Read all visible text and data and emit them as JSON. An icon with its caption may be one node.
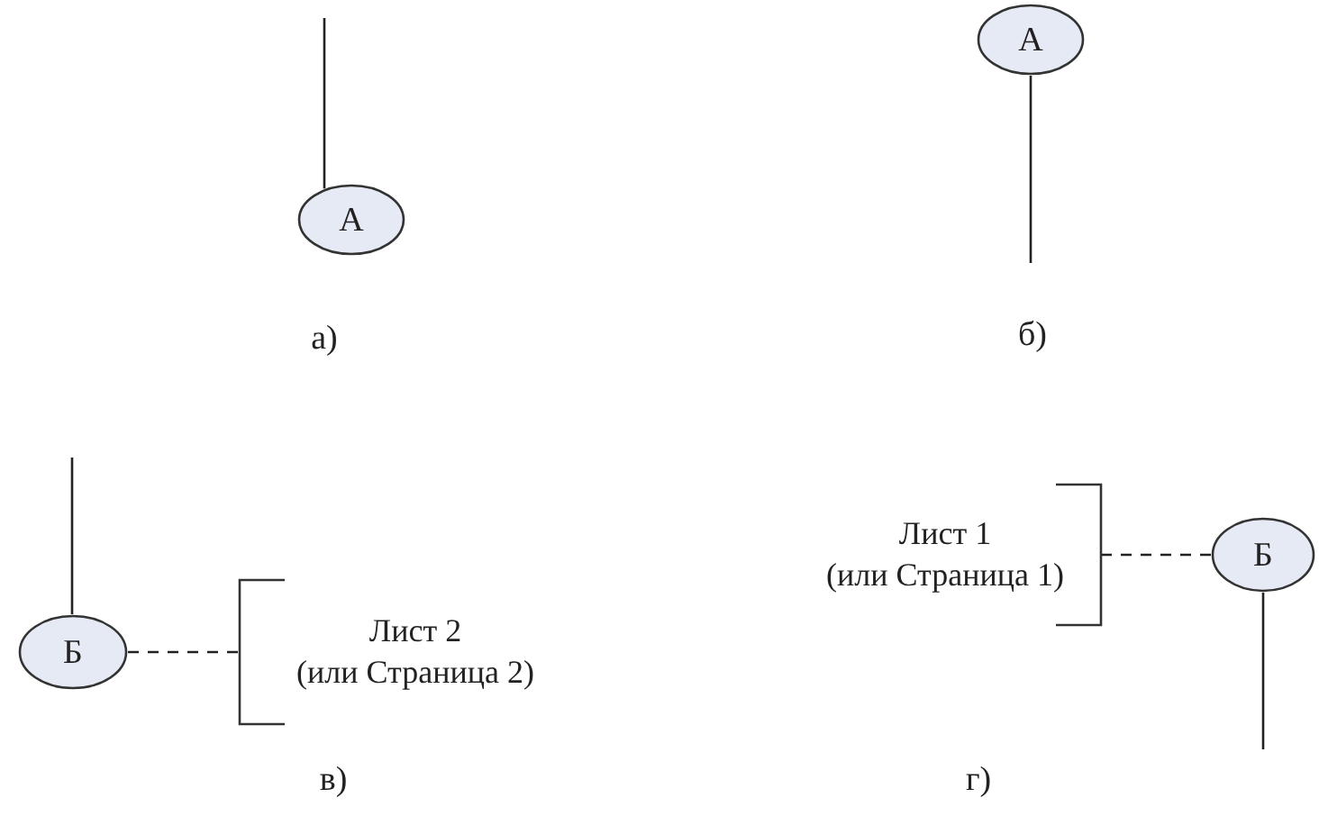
{
  "diagram": {
    "nodes": [
      {
        "text": [
          "А"
        ]
      },
      {
        "text": [
          "А"
        ]
      },
      {
        "text": [
          "Б"
        ]
      },
      {
        "text": [
          "Лист 2",
          "(или Страница 2)"
        ]
      },
      {
        "text": [
          "Лист 1",
          "(или Страница 1)"
        ]
      },
      {
        "text": [
          "Б"
        ]
      }
    ],
    "edges": [
      {
        "from": null,
        "to": 0,
        "arrow": "none"
      },
      {
        "from": 1,
        "to": null,
        "arrow": "none"
      },
      {
        "from": null,
        "to": 2,
        "arrow": "none"
      },
      {
        "from": 2,
        "to": 3,
        "arrow": "none",
        "style": "dashed"
      },
      {
        "from": 4,
        "to": 5,
        "arrow": "none",
        "style": "dashed"
      },
      {
        "from": 5,
        "to": null,
        "arrow": "none"
      }
    ],
    "labels": [
      "а)",
      "б)",
      "в)",
      "г)"
    ]
  }
}
